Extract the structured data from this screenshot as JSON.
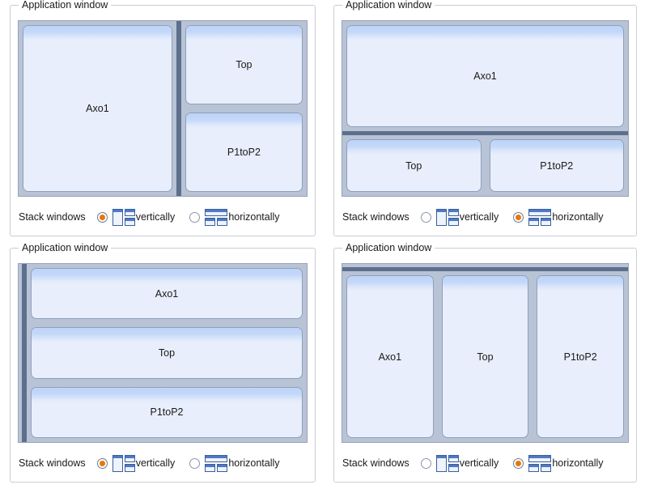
{
  "panels": [
    {
      "id": "top-left",
      "group_title": "Application window",
      "layout": "vertical-split",
      "windows": [
        {
          "name": "Axo1"
        },
        {
          "name": "Top"
        },
        {
          "name": "P1toP2"
        }
      ],
      "options": {
        "label": "Stack windows",
        "choices": [
          {
            "value": "vertically",
            "label": "vertically",
            "icon": "layout-vertical-icon",
            "selected": true
          },
          {
            "value": "horizontally",
            "label": "horizontally",
            "icon": "layout-horizontal-icon",
            "selected": false
          }
        ]
      }
    },
    {
      "id": "top-right",
      "group_title": "Application window",
      "layout": "horizontal-split",
      "windows": [
        {
          "name": "Axo1"
        },
        {
          "name": "Top"
        },
        {
          "name": "P1toP2"
        }
      ],
      "options": {
        "label": "Stack windows",
        "choices": [
          {
            "value": "vertically",
            "label": "vertically",
            "icon": "layout-vertical-icon",
            "selected": false
          },
          {
            "value": "horizontally",
            "label": "horizontally",
            "icon": "layout-horizontal-icon",
            "selected": true
          }
        ]
      }
    },
    {
      "id": "bottom-left",
      "group_title": "Application window",
      "layout": "stacked-rows",
      "windows": [
        {
          "name": "Axo1"
        },
        {
          "name": "Top"
        },
        {
          "name": "P1toP2"
        }
      ],
      "options": {
        "label": "Stack windows",
        "choices": [
          {
            "value": "vertically",
            "label": "vertically",
            "icon": "layout-vertical-icon",
            "selected": true
          },
          {
            "value": "horizontally",
            "label": "horizontally",
            "icon": "layout-horizontal-icon",
            "selected": false
          }
        ]
      }
    },
    {
      "id": "bottom-right",
      "group_title": "Application window",
      "layout": "stacked-columns",
      "windows": [
        {
          "name": "Axo1"
        },
        {
          "name": "Top"
        },
        {
          "name": "P1toP2"
        }
      ],
      "options": {
        "label": "Stack windows",
        "choices": [
          {
            "value": "vertically",
            "label": "vertically",
            "icon": "layout-vertical-icon",
            "selected": false
          },
          {
            "value": "horizontally",
            "label": "horizontally",
            "icon": "layout-horizontal-icon",
            "selected": true
          }
        ]
      }
    }
  ],
  "colors": {
    "frame_background": "#b8c3d6",
    "frame_border": "#97a3b8",
    "splitter": "#5d6f8c",
    "panel_body": "#e8eefb",
    "panel_border": "#8fa0bb",
    "titlebar_top": "#bdd3f7",
    "radio_selected": "#e8760c",
    "groupbox_border": "#c8cdd6",
    "icon_border": "#3a5f9e",
    "icon_titlebar": "#4f79c4",
    "text": "#1a1a1a"
  }
}
